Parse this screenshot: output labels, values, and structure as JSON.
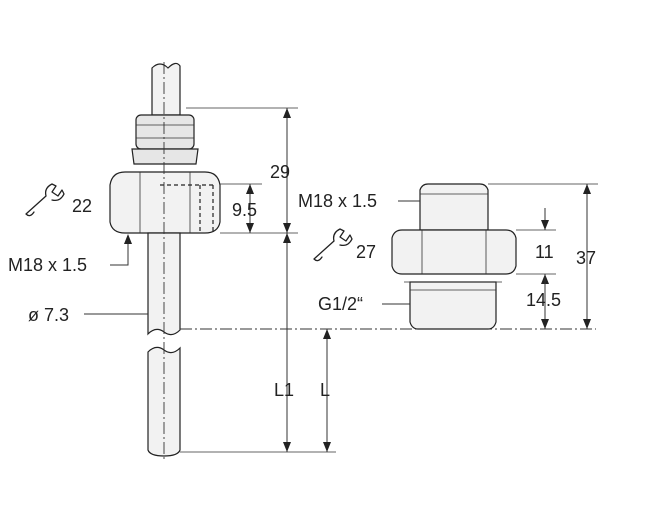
{
  "labels": {
    "wrench_left": "22",
    "wrench_right": "27",
    "dim_29": "29",
    "dim_9_5": "9.5",
    "thread_left": "M18 x 1.5",
    "thread_right": "M18 x 1.5",
    "diameter": "ø 7.3",
    "dim_L1": "L1",
    "dim_L": "L",
    "dim_11": "11",
    "dim_37": "37",
    "dim_14_5": "14.5",
    "thread_g": "G1/2“"
  },
  "icons": {
    "wrench_left": "wrench-icon",
    "wrench_right": "wrench-icon"
  },
  "colors": {
    "line": "#222222",
    "fill": "#f2f2f2"
  }
}
